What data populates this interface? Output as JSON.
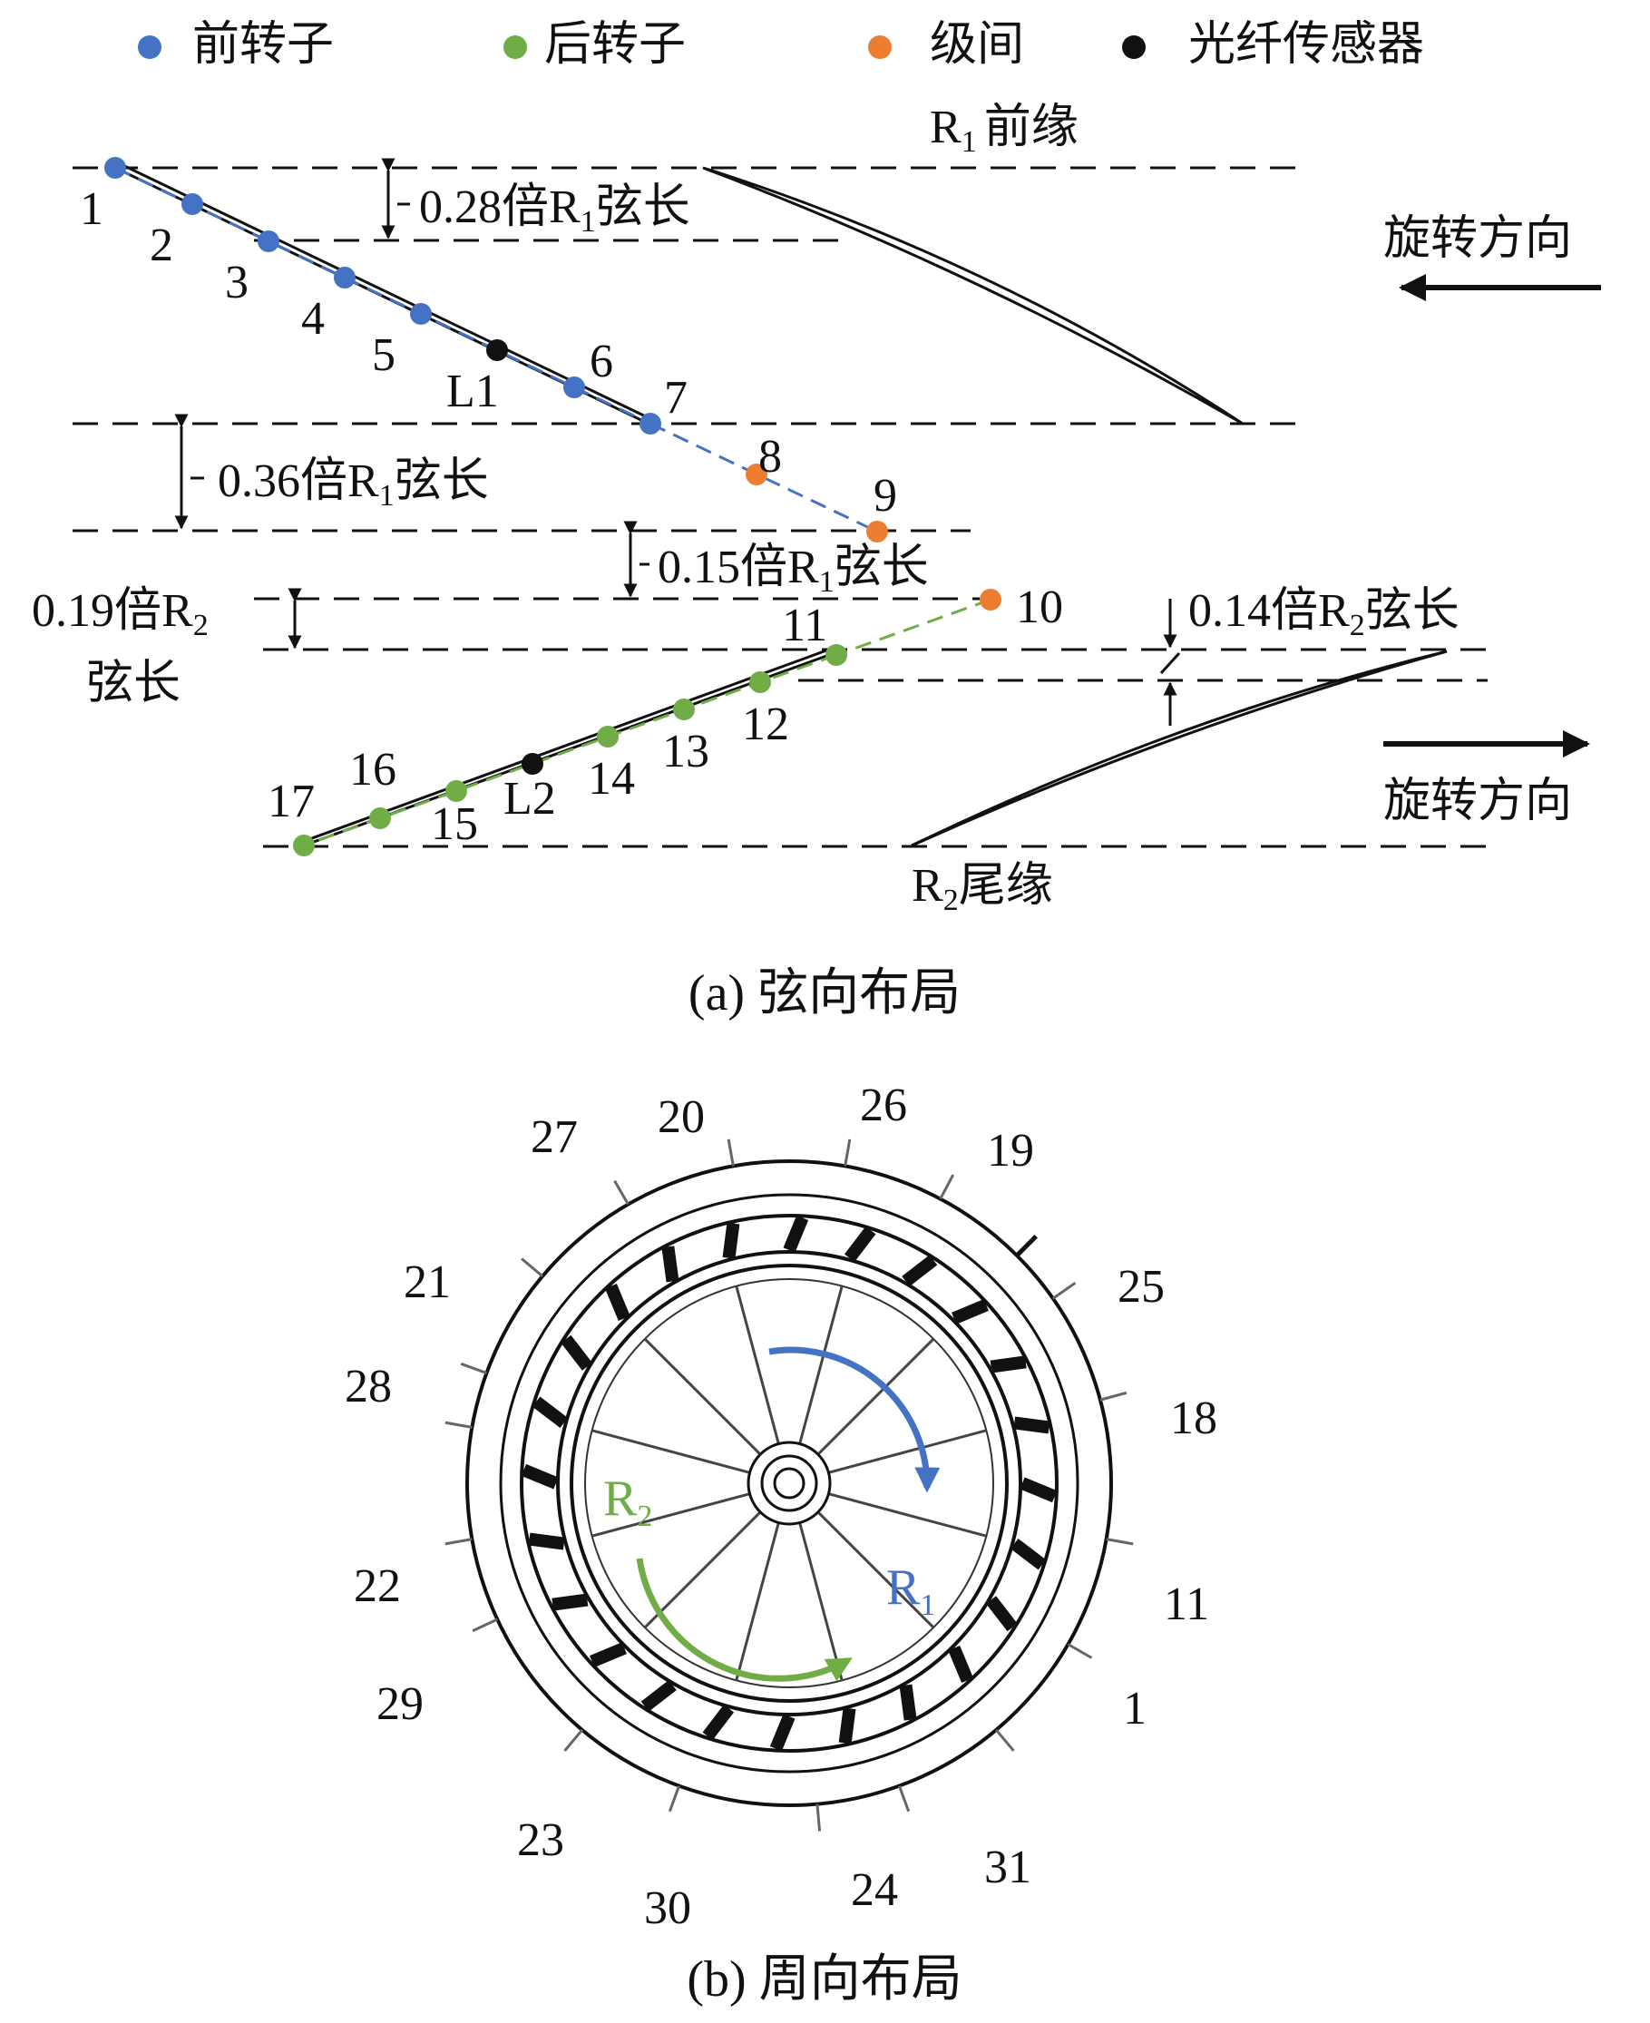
{
  "legend": [
    {
      "key": "front_rotor",
      "label": "前转子",
      "color": "#4472c4"
    },
    {
      "key": "rear_rotor",
      "label": "后转子",
      "color": "#70ad47"
    },
    {
      "key": "interstage",
      "label": "级间",
      "color": "#ed7d31"
    },
    {
      "key": "fiber_sensor",
      "label": "光纤传感器",
      "color": "#111111"
    }
  ],
  "panel_a": {
    "caption": "(a) 弦向布局",
    "r1_leading_edge": {
      "main": "R",
      "sub": "1",
      "suffix": "前缘"
    },
    "r2_trailing_edge": {
      "main": "R",
      "sub": "2",
      "suffix": "尾缘"
    },
    "rotation_label_top": "旋转方向",
    "rotation_label_bottom": "旋转方向",
    "dim_028": {
      "prefix": "0.28倍R",
      "sub": "1",
      "suffix": "弦长"
    },
    "dim_036": {
      "prefix": "0.36倍R",
      "sub": "1",
      "suffix": "弦长"
    },
    "dim_015": {
      "prefix": "0.15倍R",
      "sub": "1",
      "suffix": "弦长"
    },
    "dim_019": {
      "prefix": "0.19倍R",
      "sub": "2",
      "suffix": "弦长"
    },
    "dim_014": {
      "prefix": "0.14倍R",
      "sub": "2",
      "suffix": "弦长"
    },
    "points": [
      {
        "label": "1",
        "group": "front_rotor"
      },
      {
        "label": "2",
        "group": "front_rotor"
      },
      {
        "label": "3",
        "group": "front_rotor"
      },
      {
        "label": "4",
        "group": "front_rotor"
      },
      {
        "label": "5",
        "group": "front_rotor"
      },
      {
        "label": "6",
        "group": "front_rotor"
      },
      {
        "label": "7",
        "group": "front_rotor"
      },
      {
        "label": "8",
        "group": "interstage"
      },
      {
        "label": "9",
        "group": "interstage"
      },
      {
        "label": "10",
        "group": "interstage"
      },
      {
        "label": "11",
        "group": "rear_rotor"
      },
      {
        "label": "12",
        "group": "rear_rotor"
      },
      {
        "label": "13",
        "group": "rear_rotor"
      },
      {
        "label": "14",
        "group": "rear_rotor"
      },
      {
        "label": "15",
        "group": "rear_rotor"
      },
      {
        "label": "16",
        "group": "rear_rotor"
      },
      {
        "label": "17",
        "group": "rear_rotor"
      },
      {
        "label": "L1",
        "group": "fiber_sensor"
      },
      {
        "label": "L2",
        "group": "fiber_sensor"
      }
    ]
  },
  "panel_b": {
    "caption": "(b) 周向布局",
    "r1_label": {
      "main": "R",
      "sub": "1"
    },
    "r2_label": {
      "main": "R",
      "sub": "2"
    },
    "circ_labels": [
      {
        "label": "20",
        "group": "front_rotor"
      },
      {
        "label": "26",
        "group": "rear_rotor"
      },
      {
        "label": "19",
        "group": "front_rotor"
      },
      {
        "label": "25",
        "group": "rear_rotor"
      },
      {
        "label": "18",
        "group": "front_rotor"
      },
      {
        "label": "11",
        "group": "rear_rotor"
      },
      {
        "label": "1",
        "group": "front_rotor"
      },
      {
        "label": "31",
        "group": "rear_rotor"
      },
      {
        "label": "24",
        "group": "front_rotor"
      },
      {
        "label": "30",
        "group": "rear_rotor"
      },
      {
        "label": "23",
        "group": "front_rotor"
      },
      {
        "label": "29",
        "group": "rear_rotor"
      },
      {
        "label": "22",
        "group": "front_rotor"
      },
      {
        "label": "28",
        "group": "rear_rotor"
      },
      {
        "label": "21",
        "group": "front_rotor"
      },
      {
        "label": "27",
        "group": "rear_rotor"
      }
    ]
  }
}
